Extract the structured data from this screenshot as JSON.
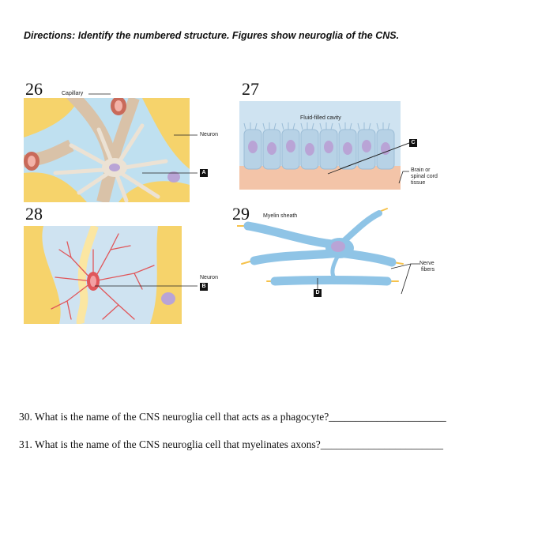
{
  "directions": "Directions: Identify the numbered structure. Figures show neuroglia of the CNS.",
  "figures": {
    "fig26": {
      "number": "26",
      "labels": {
        "capillary": "Capillary",
        "neuron": "Neuron",
        "box": "A"
      }
    },
    "fig27": {
      "number": "27",
      "labels": {
        "cavity": "Fluid-filled cavity",
        "box": "C",
        "tissue_1": "Brain or",
        "tissue_2": "spinal cord",
        "tissue_3": "tissue"
      }
    },
    "fig28": {
      "number": "28",
      "labels": {
        "neuron": "Neuron",
        "box": "B"
      }
    },
    "fig29": {
      "number": "29",
      "labels": {
        "myelin": "Myelin sheath",
        "nerve_1": "Nerve",
        "nerve_2": "fibers",
        "box": "D"
      }
    }
  },
  "questions": [
    {
      "text": "30. What is the name of the CNS neuroglia cell that acts as a phagocyte?______________________"
    },
    {
      "text": "31. What is the name of the CNS neuroglia cell that myelinates axons?_______________________"
    }
  ],
  "colors": {
    "capillary": "#c96a5a",
    "astrocyte": "#e9dccb",
    "background_yellow": "#f6d36b",
    "pale_blue": "#cfe3f1",
    "nucleus": "#b9a4d6",
    "microglia": "#e0565a",
    "oligodendrocyte": "#8fc4e6"
  }
}
